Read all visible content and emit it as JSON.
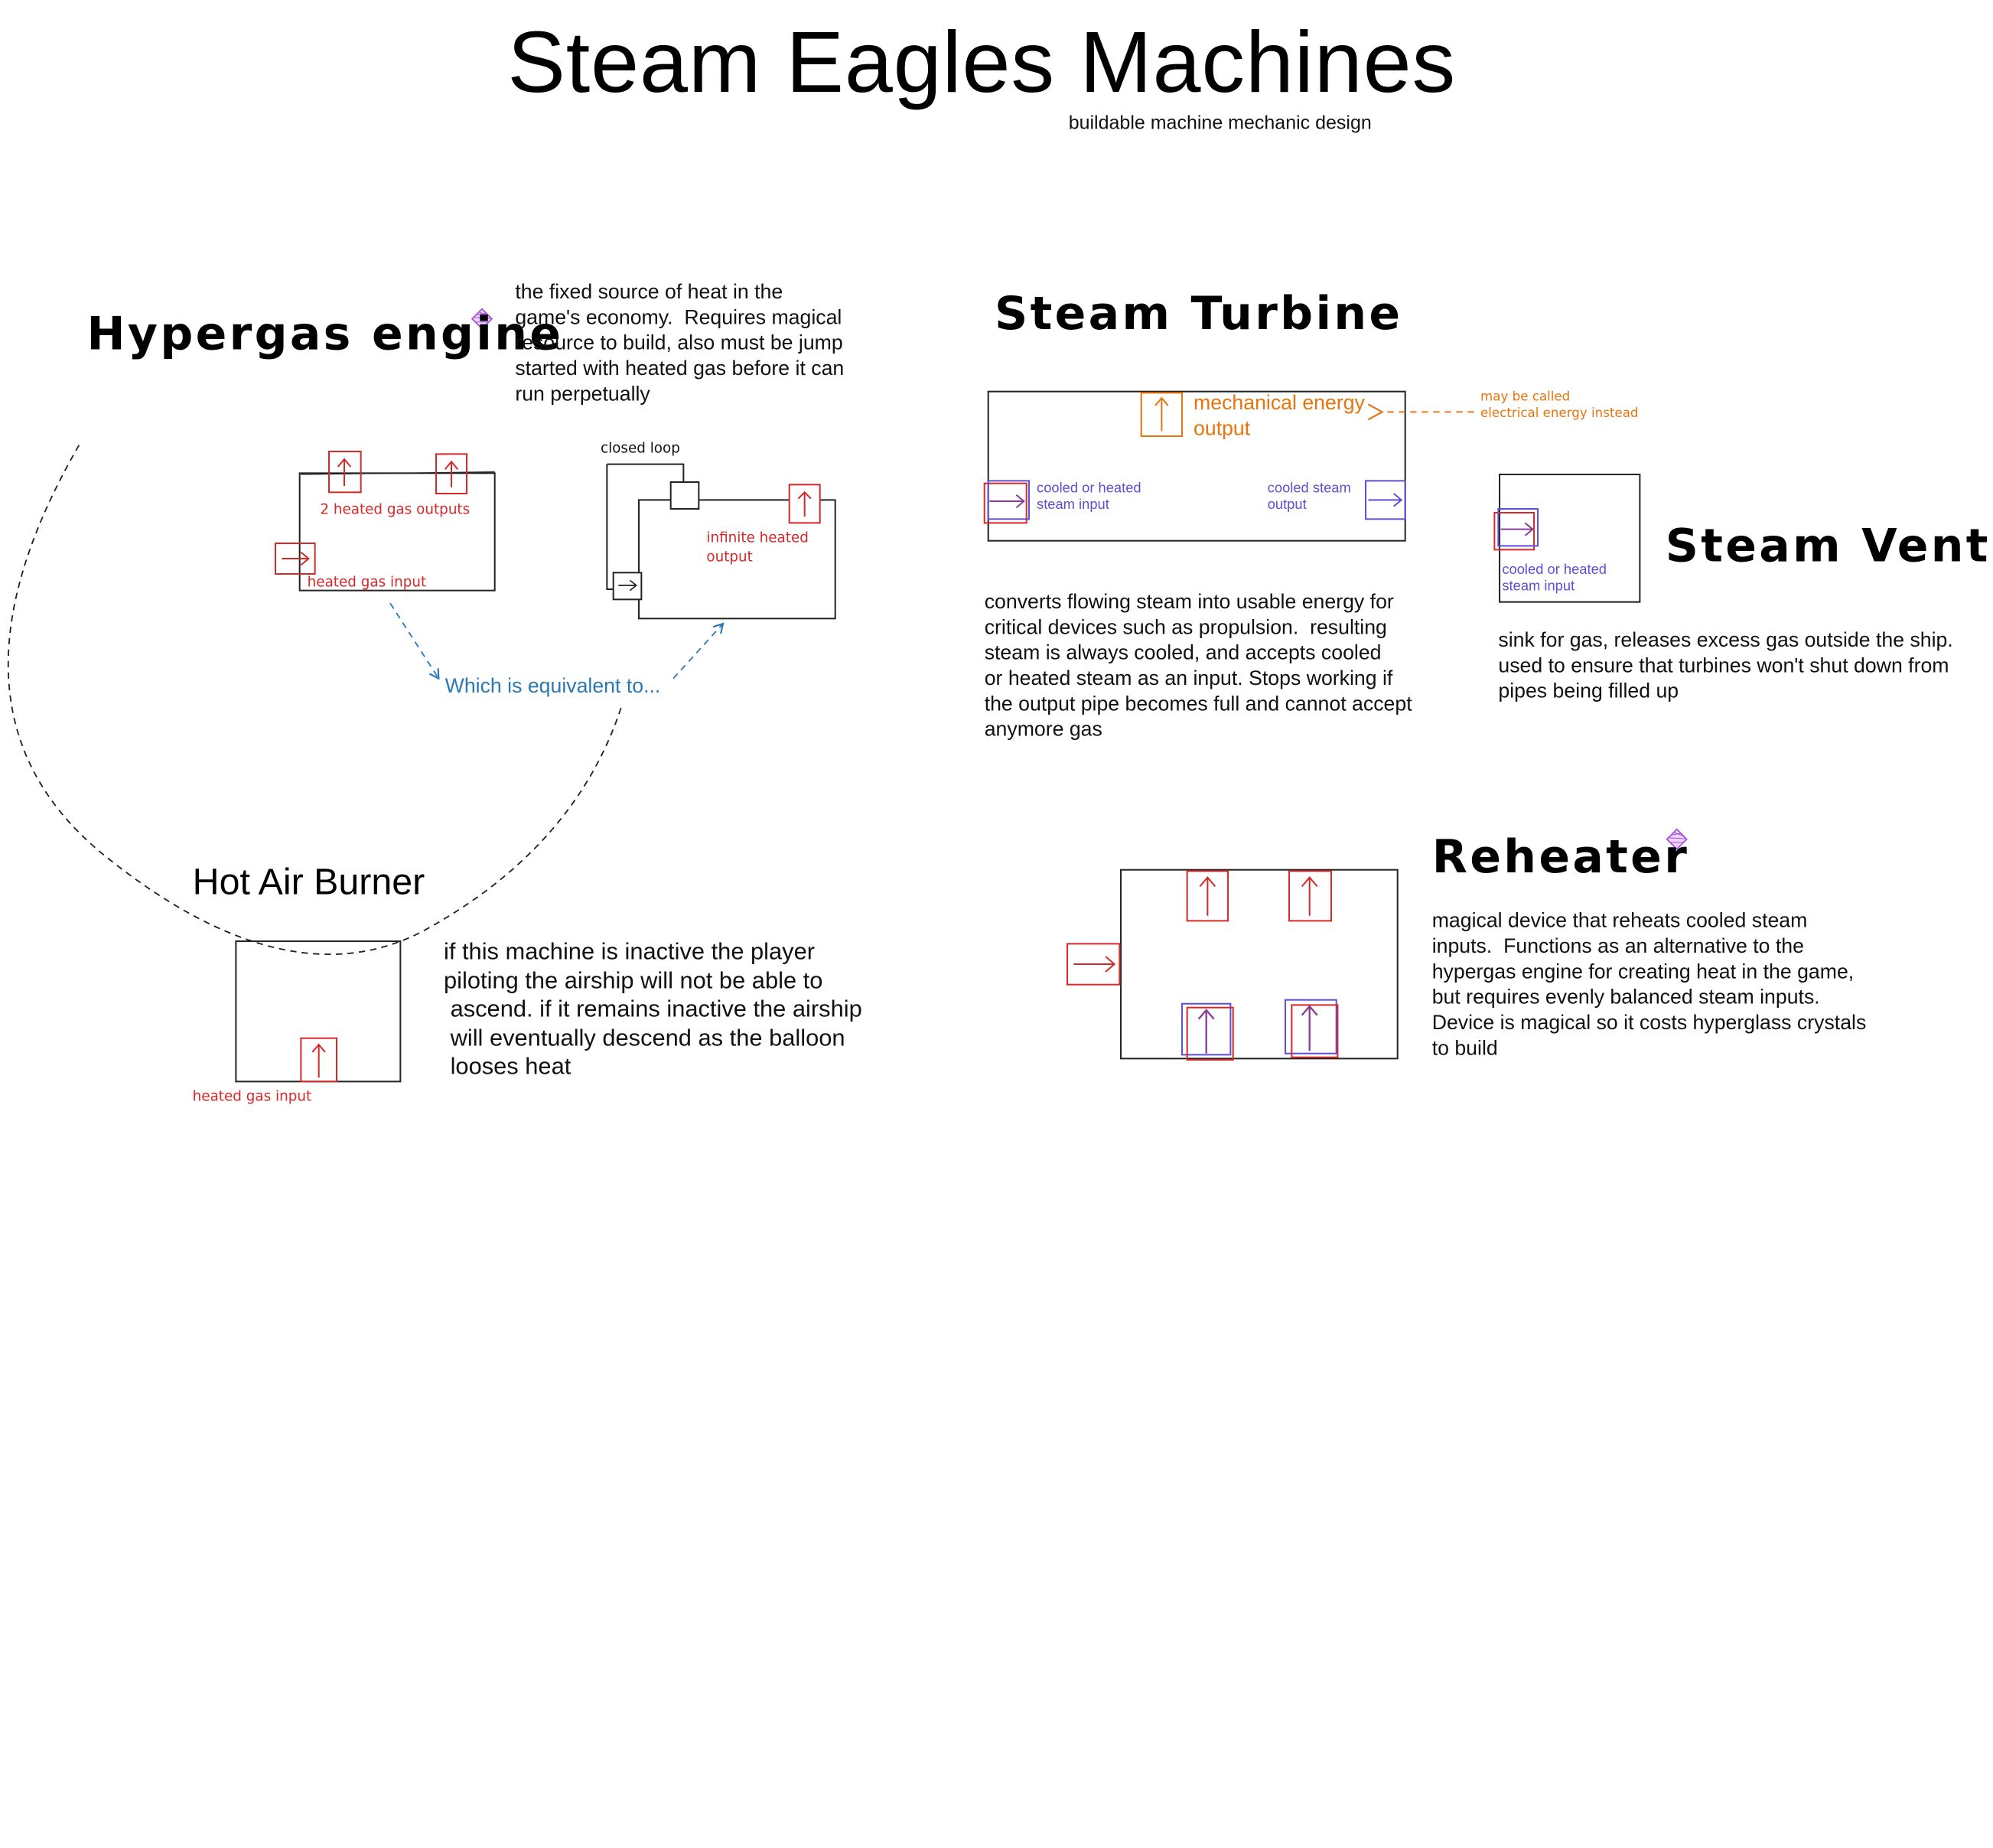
{
  "title": "Steam Eagles Machines",
  "subtitle": "buildable machine mechanic design",
  "colors": {
    "heated": "#d62828",
    "cooled": "#5c4fd6",
    "mechanical": "#e8740c",
    "relation": "#2b78b4",
    "ink": "#000000",
    "magic": "#a44ed6"
  },
  "hypergas": {
    "heading": "Hypergas engine",
    "description": "the fixed source of heat in the\ngame's economy.  Requires magical\nresource to build, also must be jump\nstarted with heated gas before it can\nrun perpetually",
    "outputs_label": "2 heated gas outputs",
    "input_label": "heated gas input",
    "closed_loop_label": "closed loop",
    "infinite_label": "infinite heated\noutput",
    "equivalent_label": "Which is equivalent to...",
    "magic_icon": "crystal-icon"
  },
  "turbine": {
    "heading": "Steam Turbine",
    "mech_output_label": "mechanical energy\noutput",
    "note": "may be called\nelectrical energy instead",
    "input_label": "cooled or heated\nsteam input",
    "output_label": "cooled steam\noutput",
    "description": "converts flowing steam into usable energy for\ncritical devices such as propulsion.  resulting\nsteam is always cooled, and accepts cooled\nor heated steam as an input. Stops working if\nthe output pipe becomes full and cannot accept\nanymore gas"
  },
  "vent": {
    "heading": "Steam Vent",
    "input_label": "cooled or heated\nsteam input",
    "description": "sink for gas, releases excess gas outside the ship.\nused to ensure that turbines won't shut down from\npipes being filled up"
  },
  "burner": {
    "heading": "Hot Air Burner",
    "input_label": "heated gas input",
    "description": "if this machine is inactive the player\npiloting the airship will not be able to\n ascend. if it remains inactive the airship\n will eventually descend as the balloon\n looses heat"
  },
  "reheater": {
    "heading": "Reheater",
    "description": "magical device that reheats cooled steam\ninputs.  Functions as an alternative to the\nhypergas engine for creating heat in the game,\nbut requires evenly balanced steam inputs.\nDevice is magical so it costs hyperglass crystals\nto build",
    "magic_icon": "crystal-icon"
  }
}
